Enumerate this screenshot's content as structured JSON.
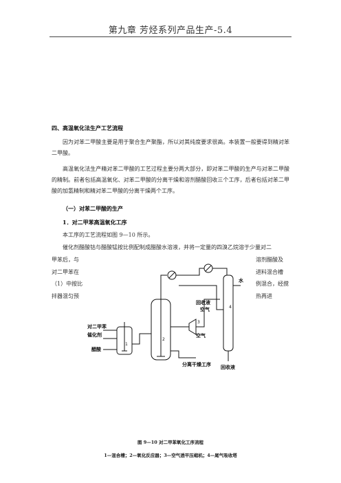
{
  "header": {
    "title": "第九章  芳烃系列产品生产-5.4"
  },
  "section": {
    "heading": "四、高温氧化法生产工艺流程",
    "para1": "因为对苯二甲酸主要是用于聚合生产聚酯，所以对其纯度要求很高。本装置一般要得到精对苯二甲酸。",
    "para2": "高温氧化法生产精对苯二甲酸的工艺过程主要分两大部分，即对苯二甲酸的生产与对苯二甲酸的精制。前者包括高温氧化、对苯二甲酸的分离干燥和溶剂醋酸回收三个工序，后者包括对苯二甲酸的加氢精制和精对苯二甲酸的分离干燥两个工序。",
    "sub_heading": "（一）对苯二甲酸的生产",
    "sub_sub_heading": "1．对二甲苯高温氧化工序",
    "para3": "本工序的工艺流程如图 9—10 所示。",
    "para4": "催化剂醋酸钴与醋酸锰按比例配制成醋酸水溶液，并将一定量的四溴乙烷溶于少量对二",
    "wrap_left": [
      "甲苯后，与",
      "对二甲苯在",
      "（1）中按比",
      "拌器混匀预"
    ],
    "wrap_right": [
      "溶剂醋酸及",
      "进料混合槽",
      "例混合，经搅",
      "热再进"
    ]
  },
  "diagram": {
    "labels": {
      "pxylene": "对二甲苯",
      "catalyst": "催化剂",
      "acetic": "醋酸",
      "separation": "分离干燥工序",
      "recovery_liquid": "回收液",
      "air_top": "空气",
      "air_bottom": "空气",
      "water": "水",
      "recovery_bottom": "回收液"
    },
    "numbers": {
      "n1": "1",
      "n2": "2",
      "n3": "3",
      "n4": "4"
    }
  },
  "caption": {
    "title": "图 9—10   对二甲苯氧化工序流程",
    "legend": "1—混合槽；2—氧化反应器；3—空气透平压缩机；4—尾气吸收塔"
  }
}
